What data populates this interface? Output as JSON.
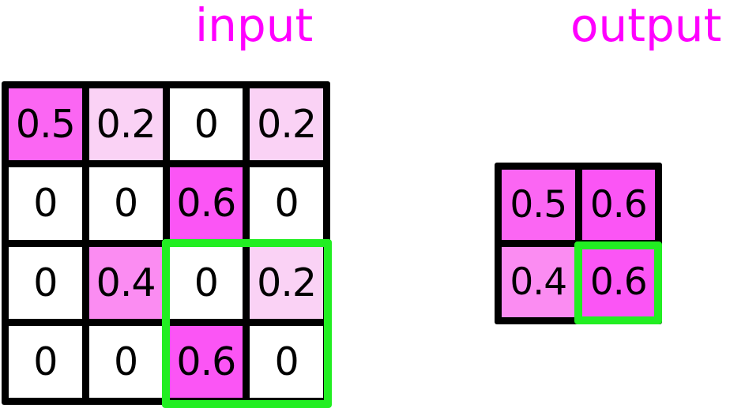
{
  "labels": {
    "input": "input",
    "output": "output"
  },
  "colors": {
    "label": "#ff00ff",
    "highlight": "#22ee22",
    "grid_line": "#000000",
    "zero": "#ffffff",
    "v02": "#fad2f5",
    "v04": "#fb8cf2",
    "v05": "#fb66f3",
    "v06": "#fb55f5",
    "text": "#000000"
  },
  "chart_data": {
    "type": "heatmap",
    "title": "",
    "grids": [
      {
        "name": "input",
        "label": "input",
        "rows": 4,
        "cols": 4,
        "values": [
          [
            0.5,
            0.2,
            0,
            0.2
          ],
          [
            0,
            0,
            0.6,
            0
          ],
          [
            0,
            0.4,
            0,
            0.2
          ],
          [
            0,
            0,
            0.6,
            0
          ]
        ],
        "cell_text": [
          [
            "0.5",
            "0.2",
            "0",
            "0.2"
          ],
          [
            "0",
            "0",
            "0.6",
            "0"
          ],
          [
            "0",
            "0.4",
            "0",
            "0.2"
          ],
          [
            "0",
            "0",
            "0.6",
            "0"
          ]
        ],
        "highlight_region": {
          "row_start": 2,
          "col_start": 2,
          "row_end": 3,
          "col_end": 3
        }
      },
      {
        "name": "output",
        "label": "output",
        "rows": 2,
        "cols": 2,
        "values": [
          [
            0.5,
            0.6
          ],
          [
            0.4,
            0.6
          ]
        ],
        "cell_text": [
          [
            "0.5",
            "0.6"
          ],
          [
            "0.4",
            "0.6"
          ]
        ],
        "highlight_region": {
          "row_start": 1,
          "col_start": 1,
          "row_end": 1,
          "col_end": 1
        }
      }
    ],
    "colormap": {
      "0": "#ffffff",
      "0.2": "#fad2f5",
      "0.4": "#fb8cf2",
      "0.5": "#fb66f3",
      "0.6": "#fb55f5"
    }
  }
}
